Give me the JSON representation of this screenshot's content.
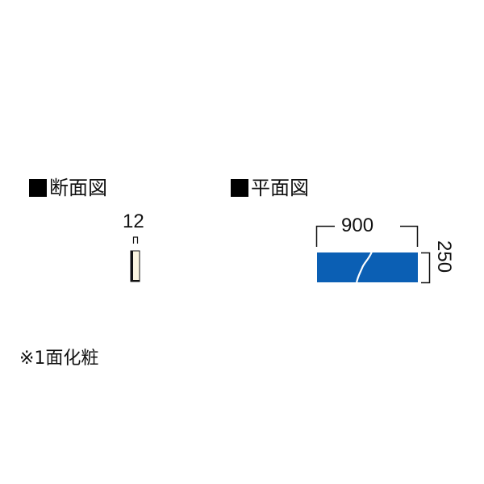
{
  "section_view": {
    "title": "断面図",
    "thickness_label": "12"
  },
  "plan_view": {
    "title": "平面図",
    "width_label": "900",
    "depth_label": "250",
    "panel_color": "#0b5fb4"
  },
  "note": "※1面化粧",
  "colors": {
    "panel_blue": "#0b5fb4",
    "section_fill": "#fbf6e0",
    "line": "#111111"
  }
}
